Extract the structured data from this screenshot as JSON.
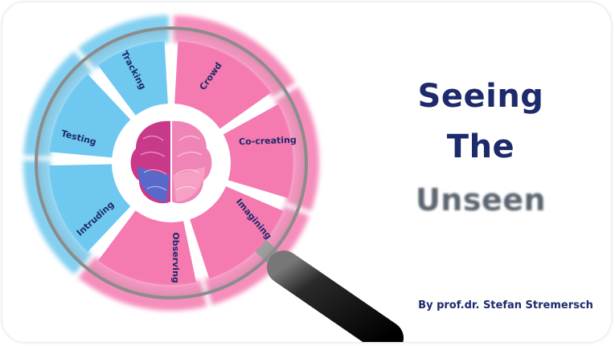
{
  "title": {
    "line1": "Seeing",
    "line2": "The",
    "line3": "Unseen"
  },
  "byline": "By prof.dr. Stefan Stremersch",
  "wheel": {
    "segments": [
      {
        "label": "Crowd",
        "color": "#f47ab0"
      },
      {
        "label": "Co-creating",
        "color": "#f47ab0"
      },
      {
        "label": "Imagining",
        "color": "#f47ab0"
      },
      {
        "label": "Observing",
        "color": "#f47ab0"
      },
      {
        "label": "Intruding",
        "color": "#6ec8ef"
      },
      {
        "label": "Testing",
        "color": "#6ec8ef"
      },
      {
        "label": "Tracking",
        "color": "#6ec8ef"
      }
    ]
  },
  "colors": {
    "pink": "#f47ab0",
    "blue": "#6ec8ef",
    "navy": "#1d2a6b",
    "handle": "#111111"
  },
  "icons": {
    "center": "brain-icon",
    "lens": "magnifying-glass-icon"
  }
}
